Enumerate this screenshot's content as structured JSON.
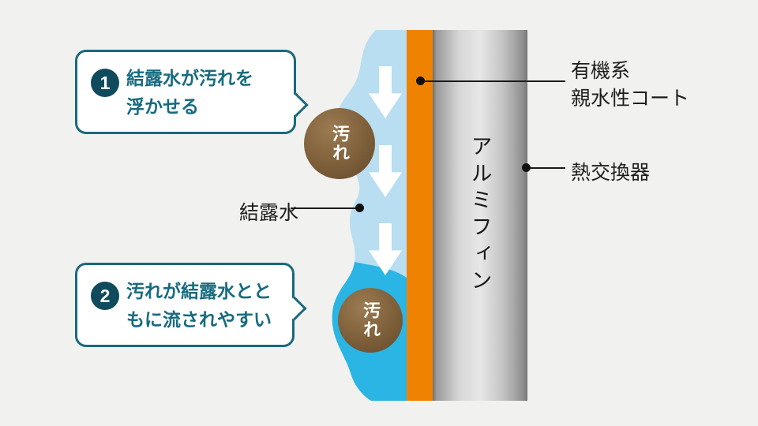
{
  "bubble1": {
    "number": "1",
    "line1": "結露水が汚れを",
    "line2": "浮かせる"
  },
  "bubble2": {
    "number": "2",
    "line1": "汚れが結露水とと",
    "line2": "もに流されやすい"
  },
  "labels": {
    "coat_line1": "有機系",
    "coat_line2": "親水性コート",
    "heat_exchanger": "熱交換器",
    "condensation": "結露水",
    "fin": "アルミフィン",
    "dirt": "汚れ"
  },
  "colors": {
    "background": "#f1f1ef",
    "coat_orange": "#ef8200",
    "water_light": "#b9def1",
    "water_cyan": "#2ab5e4",
    "teal_text": "#176b80",
    "teal_dark": "#0f4a5d",
    "dirt_brown": "#7d5f3a"
  }
}
